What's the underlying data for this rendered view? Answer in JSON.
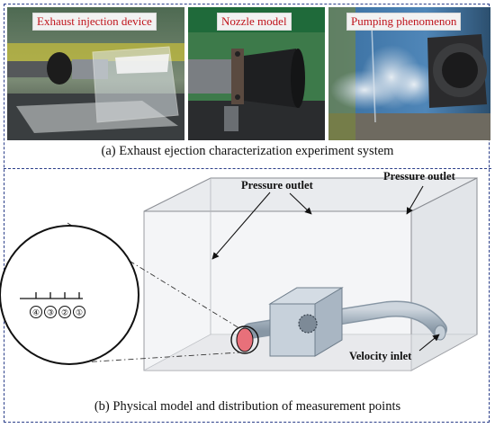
{
  "photos": [
    {
      "label": "Exhaust injection device"
    },
    {
      "label": "Nozzle model"
    },
    {
      "label": "Pumping phenomenon"
    }
  ],
  "caption_a": "(a) Exhaust ejection characterization experiment system",
  "caption_b": "(b) Physical model and distribution of measurement points",
  "labels": {
    "pressure_outlet_1": "Pressure outlet",
    "pressure_outlet_2": "Pressure outlet",
    "velocity_inlet": "Velocity inlet"
  },
  "measurement_points": [
    "④",
    "③",
    "②",
    "①"
  ],
  "colors": {
    "label_text": "#c0141c",
    "frame": "#2b3f8a",
    "outlet_marker": "#e8707a"
  }
}
